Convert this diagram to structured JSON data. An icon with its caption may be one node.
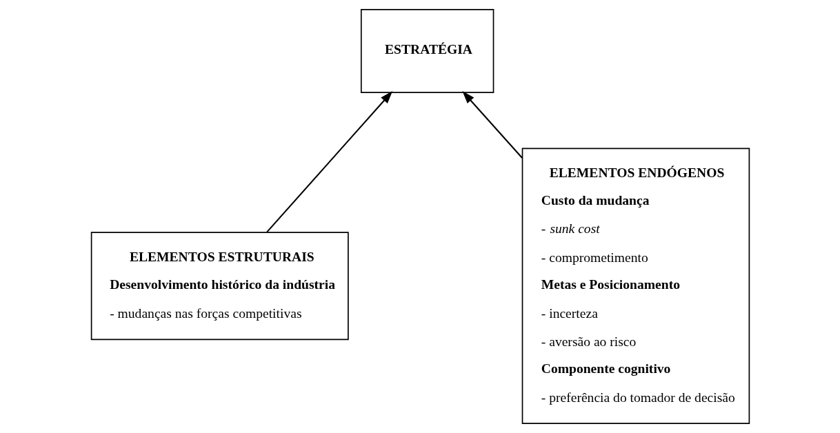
{
  "diagram": {
    "nodes": [
      {
        "text": [
          "ESTRATÉGIA"
        ]
      },
      {
        "text": [
          "ELEMENTOS ESTRUTURAIS",
          "Desenvolvimento histórico da indústria",
          "- mudanças nas forças competitivas"
        ]
      },
      {
        "text": [
          "ELEMENTOS ENDÓGENOS",
          "Custo da mudança",
          "- *sunk cost*",
          "- comprometimento",
          "Metas e Posicionamento",
          "- incerteza",
          "- aversão ao risco",
          "Componente cognitivo",
          "- preferência do tomador de decisão"
        ]
      }
    ],
    "edges": [
      {
        "from": 1,
        "to": 0,
        "arrow": "to"
      },
      {
        "from": 2,
        "to": 0,
        "arrow": "to"
      }
    ]
  }
}
